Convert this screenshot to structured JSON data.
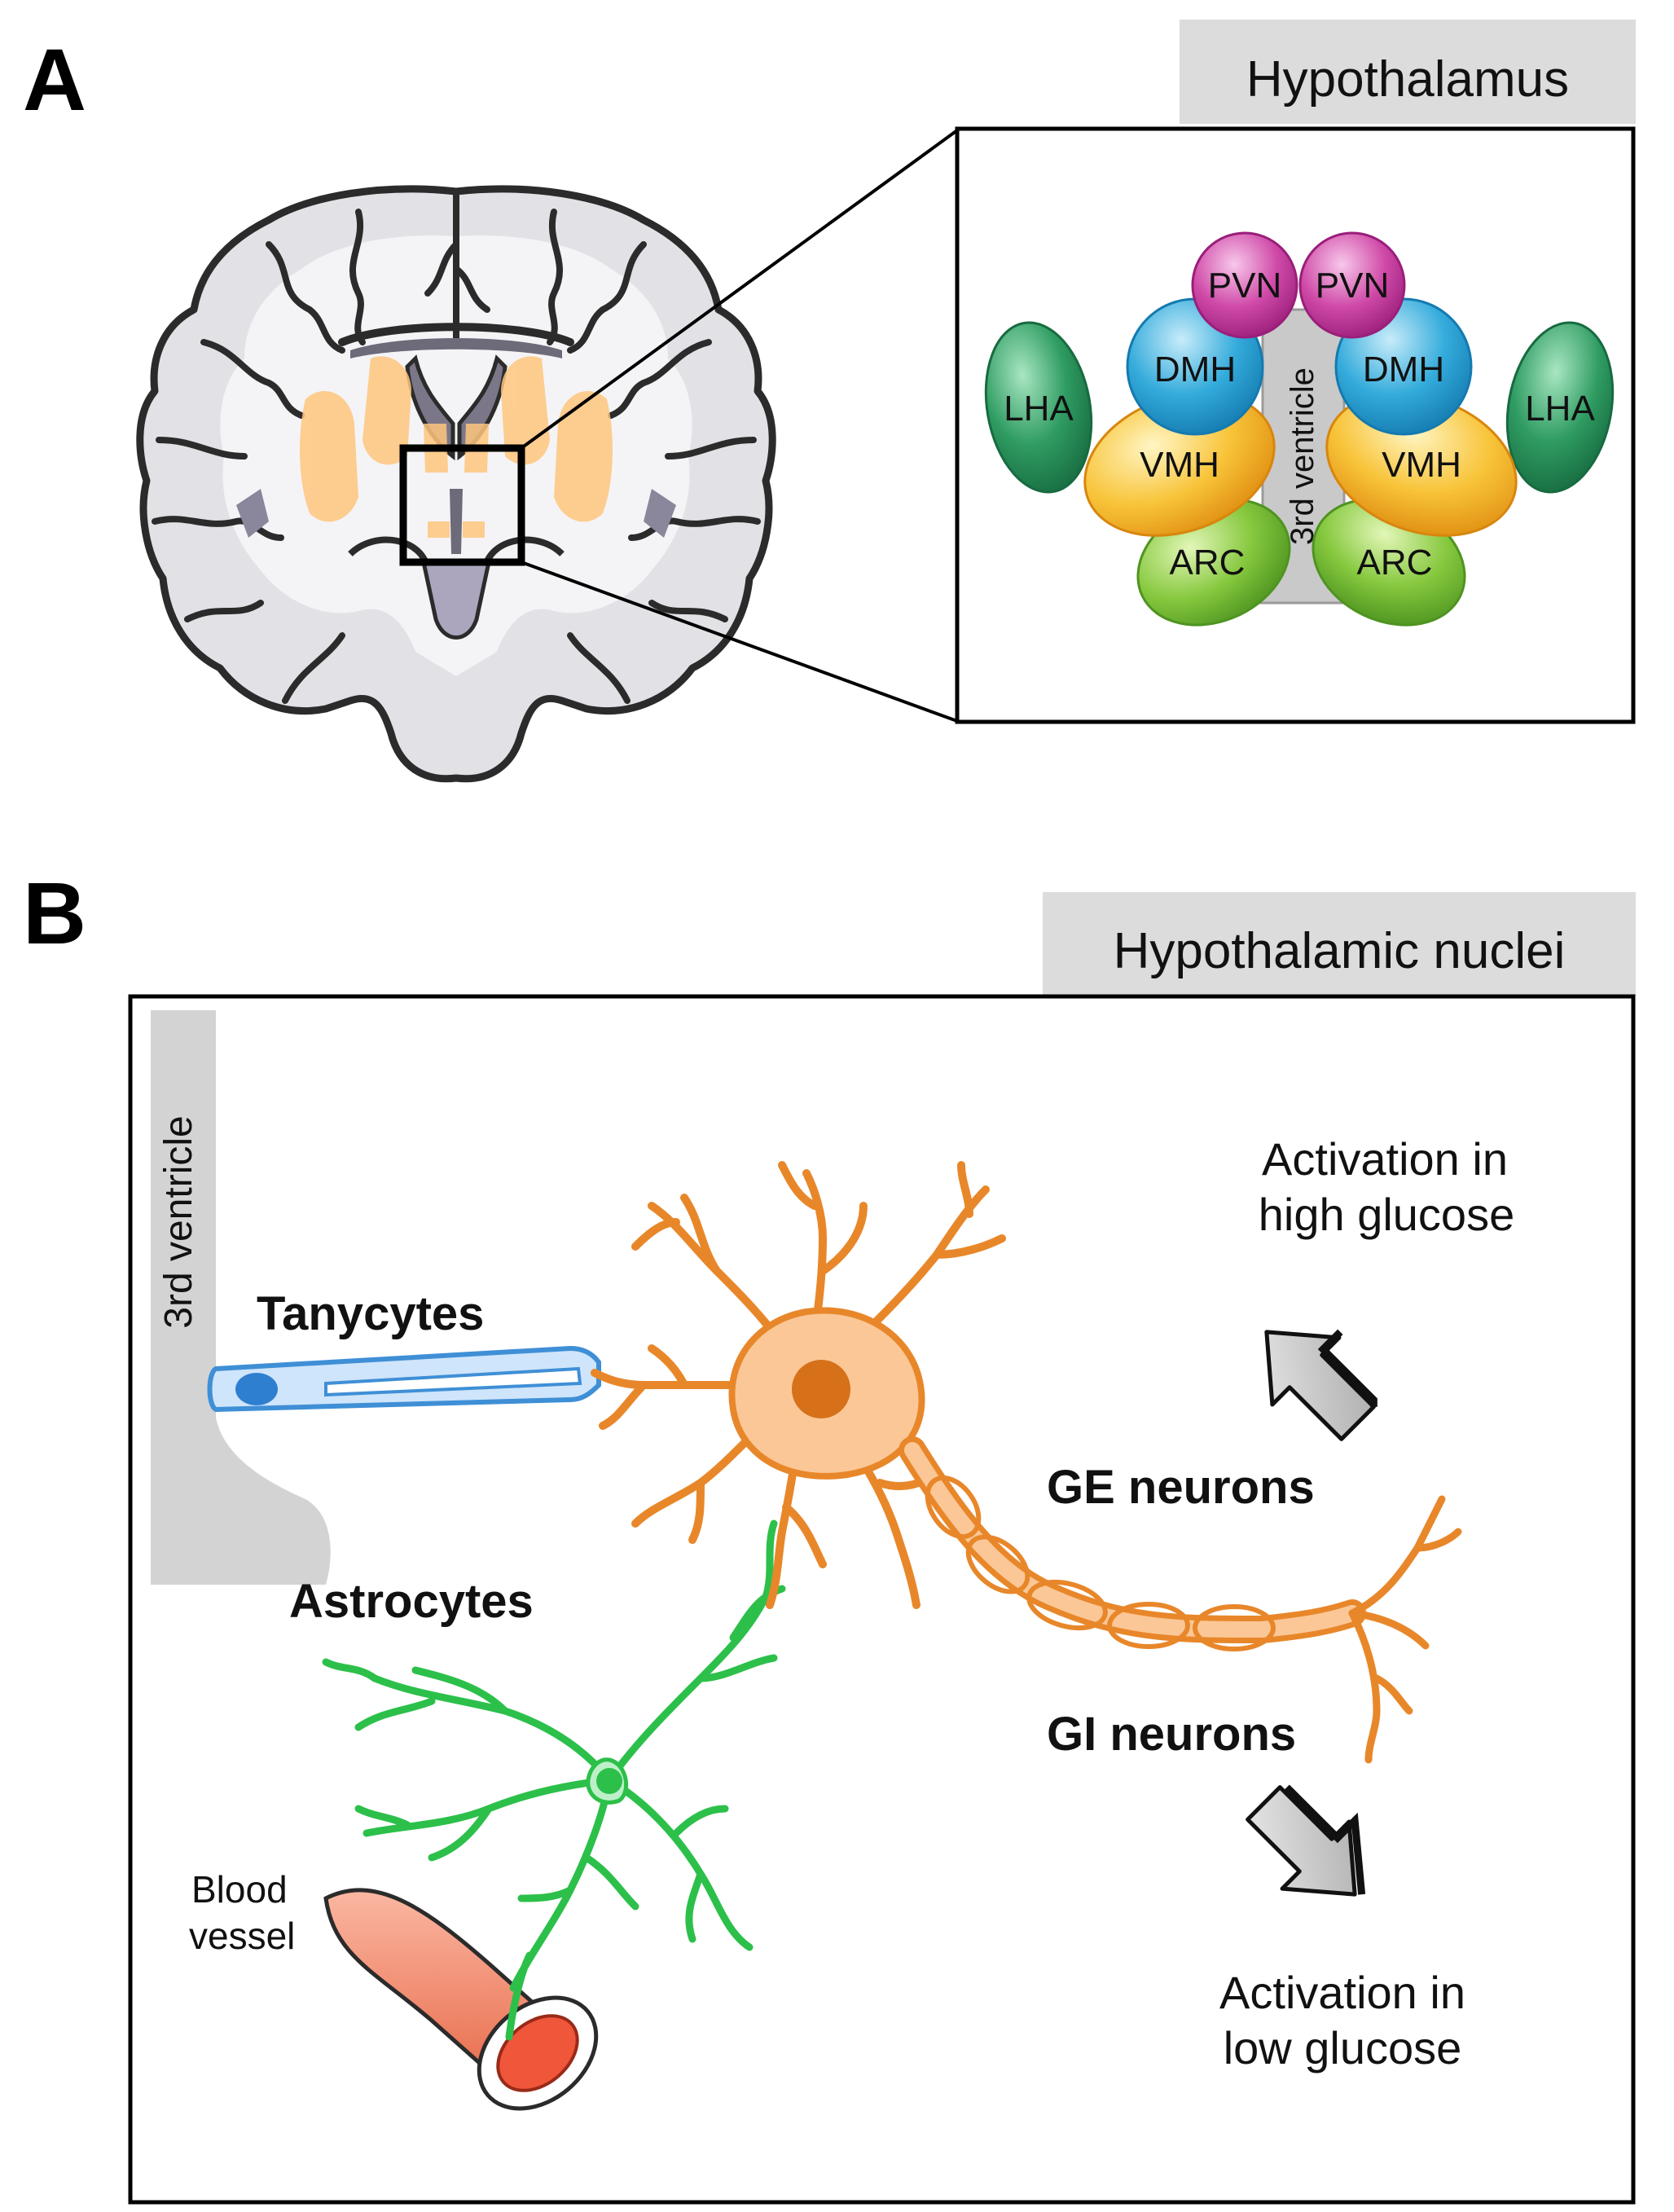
{
  "panel_a": {
    "letter": "A",
    "title": "Hypothalamus",
    "nuclei": {
      "pvn_left": "PVN",
      "pvn_right": "PVN",
      "dmh_left": "DMH",
      "dmh_right": "DMH",
      "lha_left": "LHA",
      "lha_right": "LHA",
      "vmh_left": "VMH",
      "vmh_right": "VMH",
      "arc_left": "ARC",
      "arc_right": "ARC",
      "ventricle": "3rd ventricle"
    }
  },
  "panel_b": {
    "letter": "B",
    "title": "Hypothalamic nuclei",
    "ventricle": "3rd ventricle",
    "tanycytes": "Tanycytes",
    "astrocytes": "Astrocytes",
    "blood_vessel_line1": "Blood",
    "blood_vessel_line2": "vessel",
    "ge_neurons": "GE neurons",
    "gi_neurons": "GI neurons",
    "high_line1": "Activation in",
    "high_line2": "high glucose",
    "low_line1": "Activation in",
    "low_line2": "low glucose"
  },
  "colors": {
    "pvn": "#c8329e",
    "dmh": "#29a6d6",
    "lha": "#2e9a5e",
    "vmh": "#f5b82e",
    "arc": "#7cc23c",
    "neuron": "#e8872a",
    "neuron_fill": "#fbc797",
    "astrocyte": "#2cc04a",
    "tanycyte": "#3f8fd6",
    "vessel": "#f07050",
    "label_box": "#dcdcdc"
  }
}
